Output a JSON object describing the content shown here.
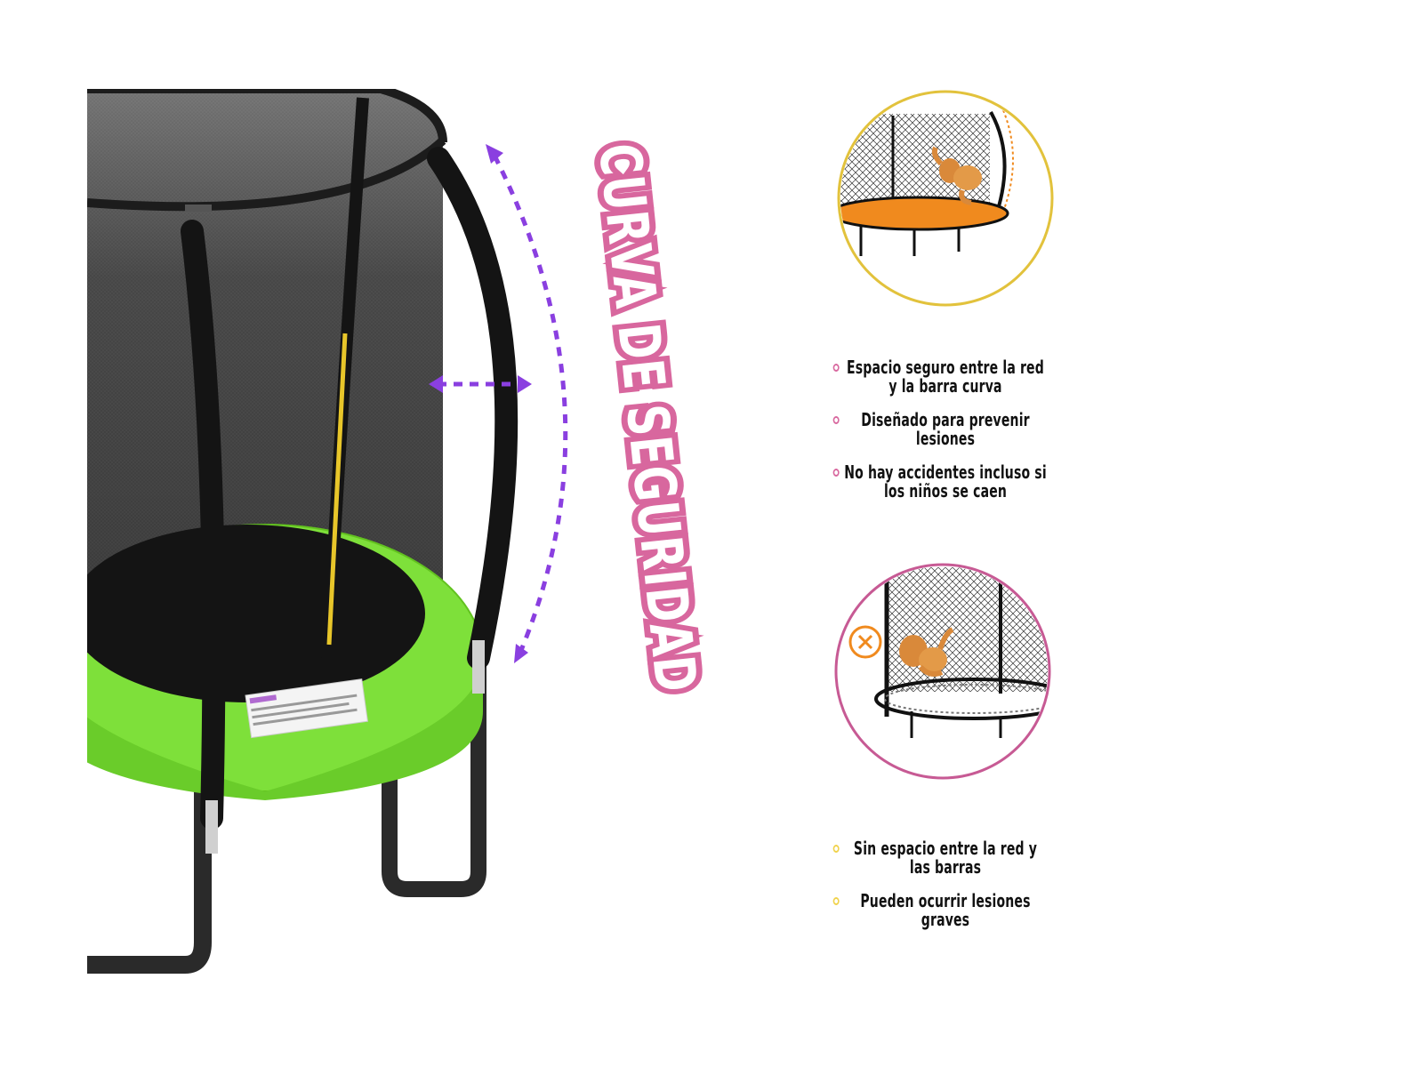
{
  "headline": "CURVA DE SEGURIDAD",
  "colors": {
    "headline": "#d8679e",
    "arrow": "#8a3fe0",
    "mat_pad": "#7ee03a",
    "net": "#2b2b2b",
    "good_circle": "#e2c23c",
    "bad_circle": "#c75a94",
    "good_dot": "#d8679e",
    "bad_dot": "#f0d24a",
    "mat_ring": "#f08a1e"
  },
  "good": {
    "icon": "check-figure-safe-net",
    "bullets": [
      "Espacio seguro entre la red y la barra curva",
      "Diseñado para prevenir lesiones",
      "No hay accidentes incluso si los niños se caen"
    ]
  },
  "bad": {
    "icon": "x-circle-icon",
    "bullets": [
      "Sin espacio entre la red y las barras",
      "Pueden ocurrir lesiones graves"
    ]
  }
}
